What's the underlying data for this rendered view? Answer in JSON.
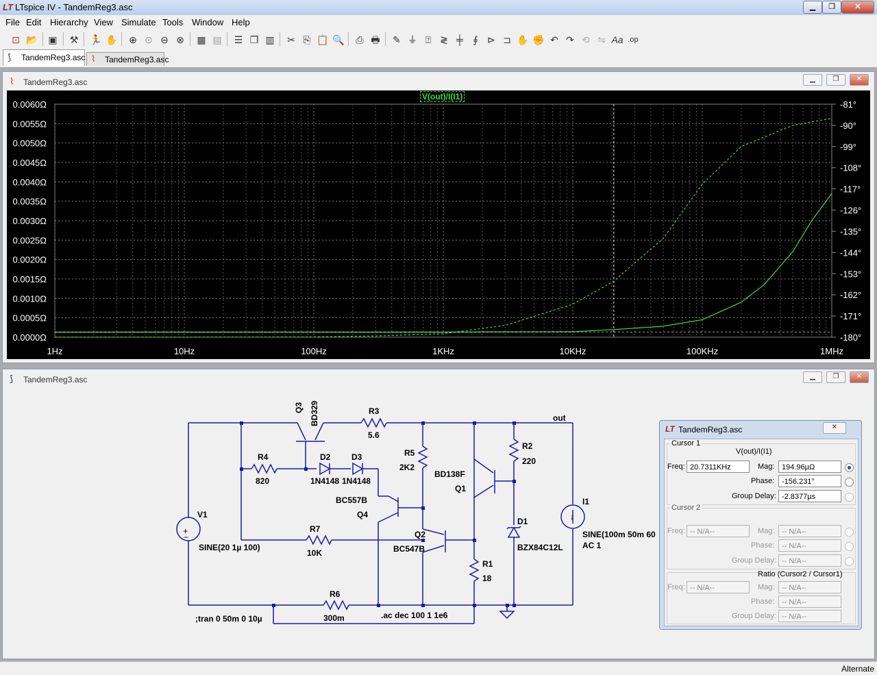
{
  "window": {
    "title": "LTspice IV - TandemReg3.asc"
  },
  "menu": [
    "File",
    "Edit",
    "Hierarchy",
    "View",
    "Simulate",
    "Tools",
    "Window",
    "Help"
  ],
  "tabs": [
    {
      "label": "TandemReg3.asc",
      "icon": "schematic-icon"
    },
    {
      "label": "TandemReg3.asc",
      "icon": "waveform-icon"
    }
  ],
  "plot_window": {
    "title": "TandemReg3.asc",
    "trace_label": "V(out)/I(I1)"
  },
  "schematic_window": {
    "title": "TandemReg3.asc"
  },
  "chart_data": {
    "type": "line",
    "xscale": "log",
    "x_ticks": [
      "1Hz",
      "10Hz",
      "100Hz",
      "1KHz",
      "10KHz",
      "100KHz",
      "1MHz"
    ],
    "y_left_ticks": [
      "0.0060Ω",
      "0.0055Ω",
      "0.0050Ω",
      "0.0045Ω",
      "0.0040Ω",
      "0.0035Ω",
      "0.0030Ω",
      "0.0025Ω",
      "0.0020Ω",
      "0.0015Ω",
      "0.0010Ω",
      "0.0005Ω",
      "0.0000Ω"
    ],
    "y_right_ticks": [
      "-81°",
      "-90°",
      "-99°",
      "-108°",
      "-117°",
      "-126°",
      "-135°",
      "-144°",
      "-153°",
      "-162°",
      "-171°",
      "-180°"
    ],
    "ylim_left": [
      0,
      0.006
    ],
    "ylim_right": [
      -180,
      -81
    ],
    "cursor_x": 20731,
    "series": [
      {
        "name": "V(out)/I(I1)",
        "axis": "magnitude",
        "style": "solid",
        "x": [
          1,
          10,
          100,
          1000,
          10000,
          20731,
          50000,
          100000,
          200000,
          300000,
          500000,
          700000,
          1000000
        ],
        "y": [
          0.00013,
          0.00013,
          0.00013,
          0.00013,
          0.00014,
          0.000195,
          0.00028,
          0.00045,
          0.0009,
          0.00135,
          0.0022,
          0.003,
          0.0037
        ]
      },
      {
        "name": "V(out)/I(I1)",
        "axis": "phase",
        "style": "dashed",
        "x": [
          1,
          10,
          100,
          300,
          1000,
          3000,
          10000,
          20731,
          50000,
          100000,
          200000,
          500000,
          1000000
        ],
        "y": [
          -180,
          -180,
          -179.9,
          -179.5,
          -178.5,
          -175,
          -166,
          -156.2,
          -138,
          -115,
          -99,
          -90,
          -87
        ]
      }
    ]
  },
  "schematic": {
    "components": [
      {
        "ref": "Q3",
        "value": "BD329"
      },
      {
        "ref": "R3",
        "value": "5.6"
      },
      {
        "ref": "R4",
        "value": "820"
      },
      {
        "ref": "D2",
        "value": "1N4148"
      },
      {
        "ref": "D3",
        "value": "1N4148"
      },
      {
        "ref": "R5",
        "value": "2K2"
      },
      {
        "ref": "Q1",
        "value": "BD138F"
      },
      {
        "ref": "R2",
        "value": "220"
      },
      {
        "ref": "Q4",
        "value": "BC557B"
      },
      {
        "ref": "V1",
        "value": "SINE(20 1µ 100)"
      },
      {
        "ref": "R7",
        "value": "10K"
      },
      {
        "ref": "Q2",
        "value": "BC547B"
      },
      {
        "ref": "D1",
        "value": "BZX84C12L"
      },
      {
        "ref": "I1",
        "value": "SINE(100m 50m 60",
        "value2": "AC 1"
      },
      {
        "ref": "R1",
        "value": "18"
      },
      {
        "ref": "R6",
        "value": "300m"
      }
    ],
    "net_label": "out",
    "directives": [
      ";tran 0 50m 0 10µ",
      ".ac dec 100 1 1e6"
    ]
  },
  "cursor_dialog": {
    "title": "TandemReg3.asc",
    "cursor1": {
      "label": "Cursor 1",
      "trace": "V(out)/I(I1)",
      "freq_label": "Freq:",
      "freq": "20.7311KHz",
      "mag_label": "Mag:",
      "mag": "194.96µΩ",
      "phase_label": "Phase:",
      "phase": "-156.231°",
      "gd_label": "Group Delay:",
      "gd": "-2.8377µs"
    },
    "cursor2": {
      "label": "Cursor 2",
      "freq_label": "Freq:",
      "freq": "-- N/A--",
      "mag_label": "Mag:",
      "mag": "-- N/A--",
      "phase_label": "Phase:",
      "phase": "-- N/A--",
      "gd_label": "Group Delay:",
      "gd": "-- N/A--"
    },
    "ratio": {
      "label": "Ratio (Cursor2 / Cursor1)",
      "freq_label": "Freq:",
      "freq": "-- N/A--",
      "mag_label": "Mag:",
      "mag": "-- N/A--",
      "phase_label": "Phase:",
      "phase": "-- N/A--",
      "gd_label": "Group Delay:",
      "gd": "-- N/A--"
    }
  },
  "status": {
    "text": "Alternate"
  },
  "colors": {
    "trace": "#3ddc3d",
    "wire": "#1a1aa8",
    "plot_bg": "#000000",
    "label_bg": "#000000"
  }
}
